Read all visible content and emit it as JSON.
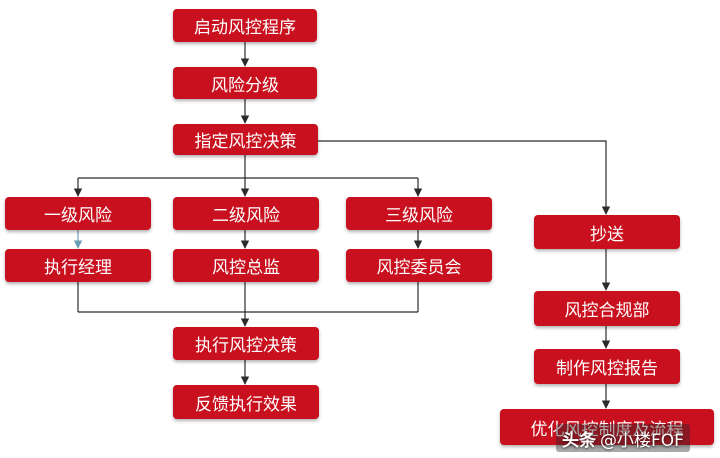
{
  "nodes": {
    "start": "启动风控程序",
    "grading": "风险分级",
    "assign": "指定风控决策",
    "level1": "一级风险",
    "level2": "二级风险",
    "level3": "三级风险",
    "cc": "抄送",
    "exec_manager": "执行经理",
    "risk_director": "风控总监",
    "risk_committee": "风控委员会",
    "compliance": "风控合规部",
    "execute": "执行风控决策",
    "report": "制作风控报告",
    "feedback": "反馈执行效果",
    "optimize": "优化风控制度及流程"
  },
  "watermark": {
    "logo": "头条",
    "account": "@小楼FOF"
  },
  "colors": {
    "node_fill": "#c8101e",
    "line": "#2b2b2b",
    "arrow_alt": "#6a9fb5"
  }
}
